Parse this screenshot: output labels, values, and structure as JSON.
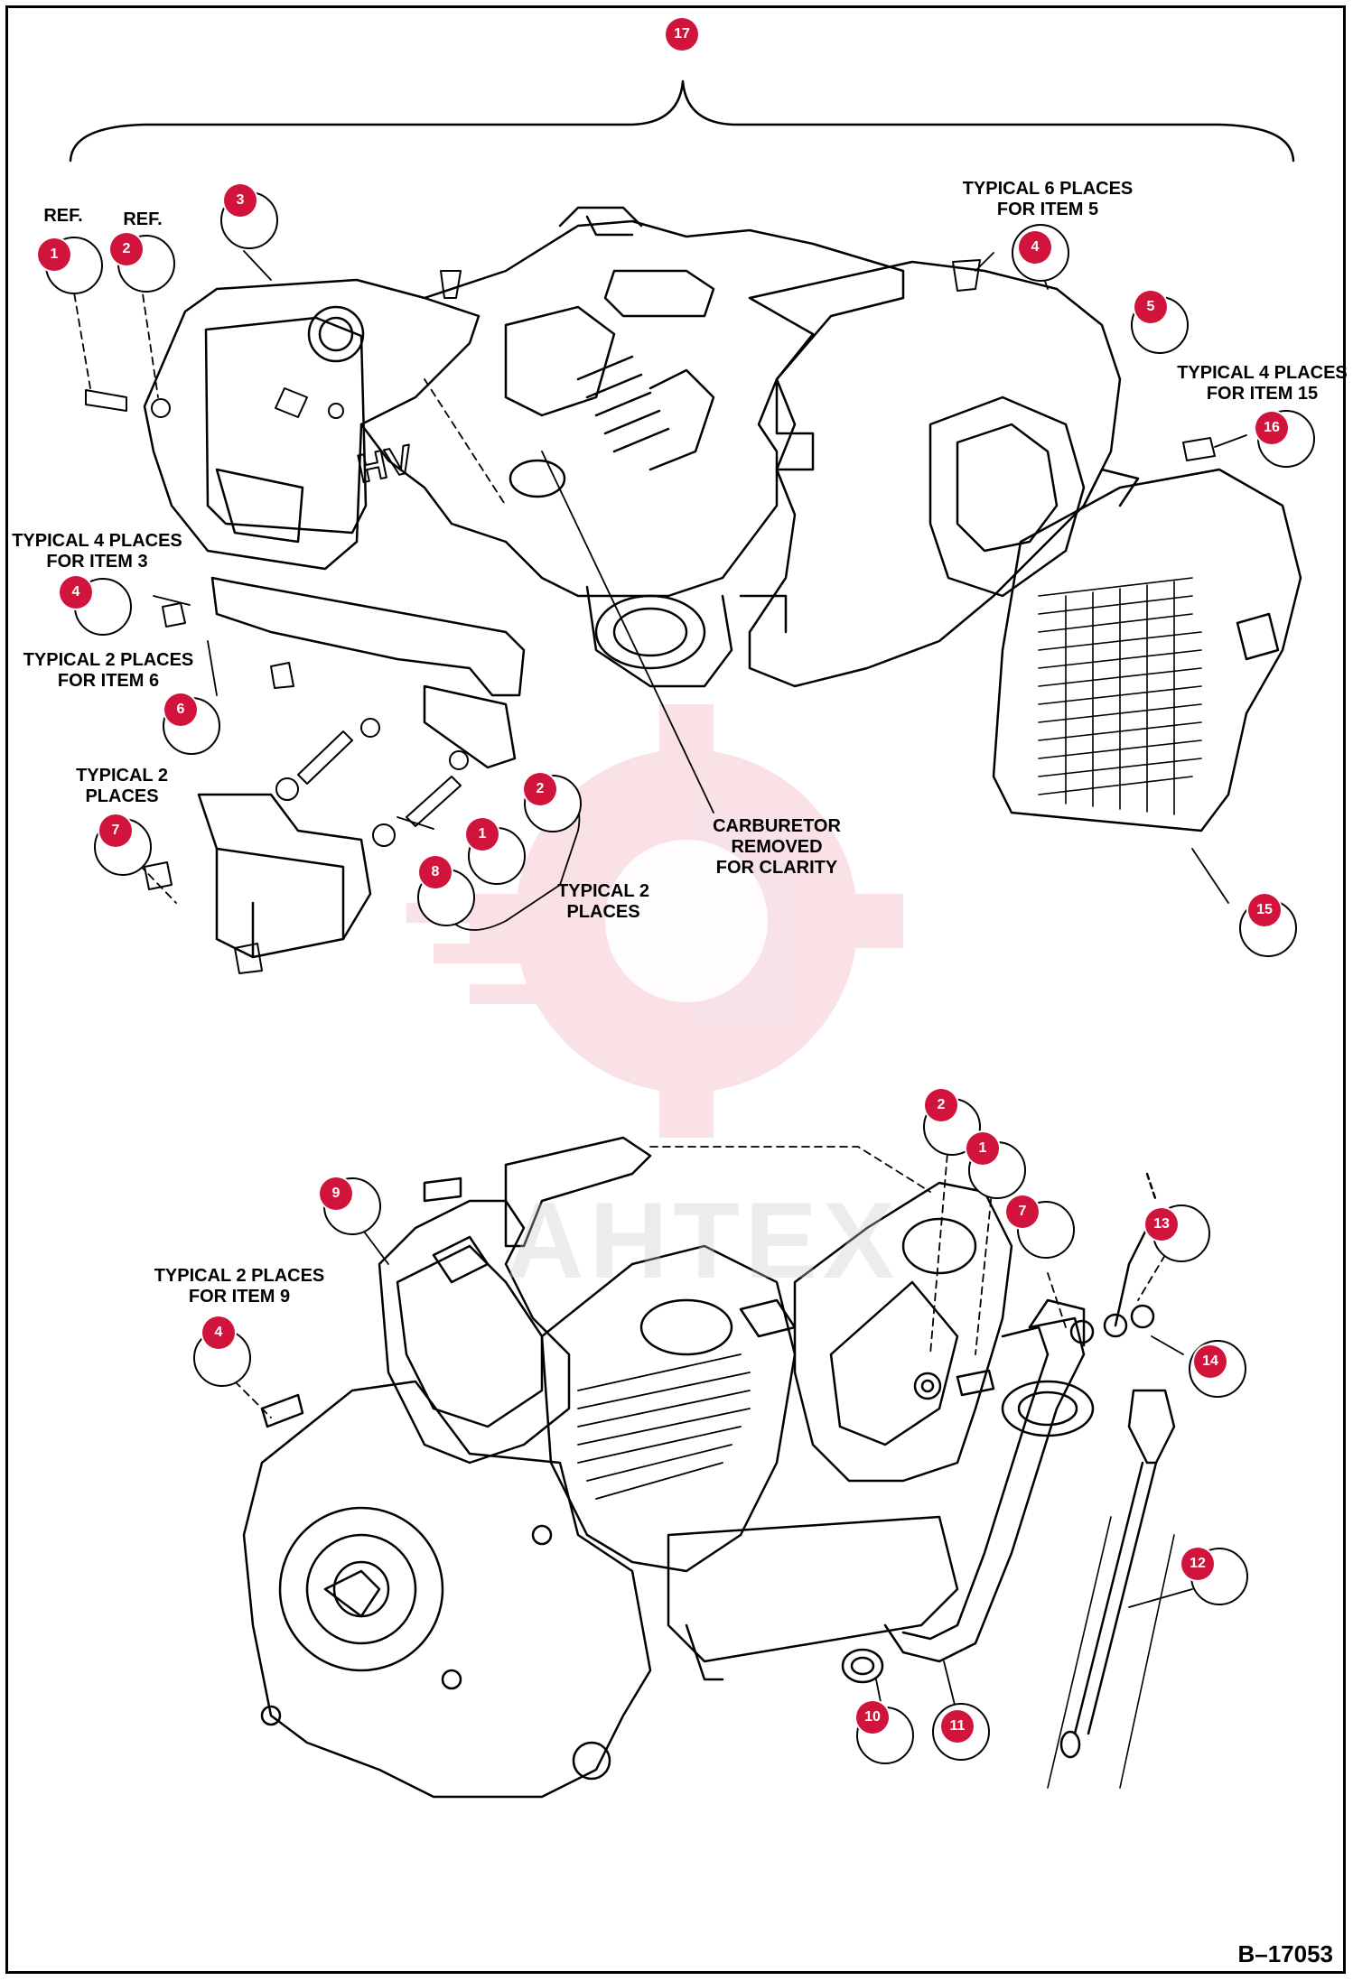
{
  "drawing_id": "B–17053",
  "watermark": "AHTEX",
  "notes": {
    "ref1": "REF.",
    "ref2": "REF.",
    "typ6_item5": "TYPICAL 6 PLACES\nFOR ITEM 5",
    "typ4_item15": "TYPICAL 4 PLACES\nFOR ITEM 15",
    "typ4_item3": "TYPICAL 4 PLACES\nFOR ITEM 3",
    "typ2_item6": "TYPICAL 2 PLACES\nFOR ITEM 6",
    "typ2_a": "TYPICAL 2\nPLACES",
    "typ2_b": "TYPICAL 2\nPLACES",
    "carburetor": "CARBURETOR\nREMOVED\nFOR CLARITY",
    "typ2_item9": "TYPICAL 2 PLACES\nFOR ITEM 9"
  },
  "callouts": [
    {
      "id": "c17",
      "num": "17"
    },
    {
      "id": "c1a",
      "num": "1"
    },
    {
      "id": "c2a",
      "num": "2"
    },
    {
      "id": "c3a",
      "num": "3"
    },
    {
      "id": "c4a",
      "num": "4"
    },
    {
      "id": "c5a",
      "num": "5"
    },
    {
      "id": "c16",
      "num": "16"
    },
    {
      "id": "c4b",
      "num": "4"
    },
    {
      "id": "c6",
      "num": "6"
    },
    {
      "id": "c7a",
      "num": "7"
    },
    {
      "id": "c2b",
      "num": "2"
    },
    {
      "id": "c1b",
      "num": "1"
    },
    {
      "id": "c8",
      "num": "8"
    },
    {
      "id": "c15",
      "num": "15"
    },
    {
      "id": "c2c",
      "num": "2"
    },
    {
      "id": "c1c",
      "num": "1"
    },
    {
      "id": "c9",
      "num": "9"
    },
    {
      "id": "c7b",
      "num": "7"
    },
    {
      "id": "c13",
      "num": "13"
    },
    {
      "id": "c14",
      "num": "14"
    },
    {
      "id": "c4c",
      "num": "4"
    },
    {
      "id": "c12",
      "num": "12"
    },
    {
      "id": "c10",
      "num": "10"
    },
    {
      "id": "c11",
      "num": "11"
    }
  ]
}
